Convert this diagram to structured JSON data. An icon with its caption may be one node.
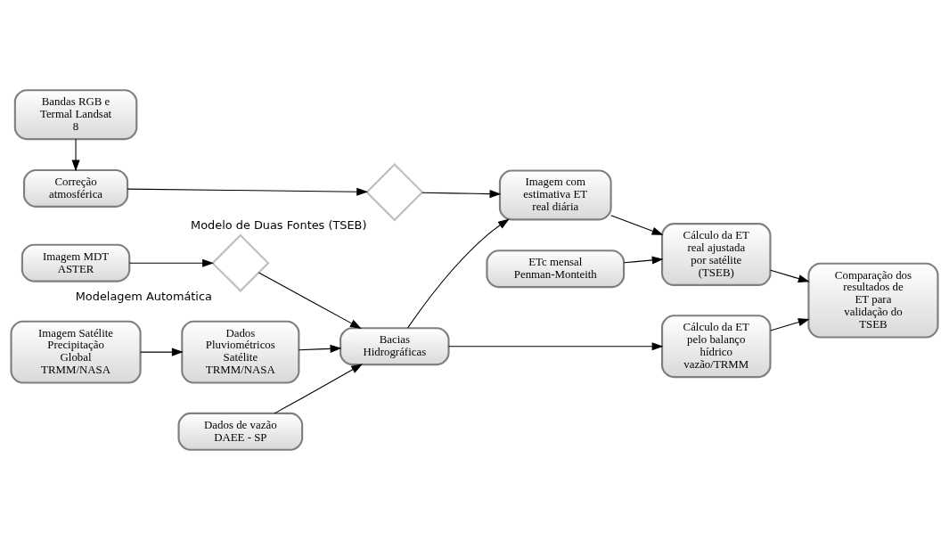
{
  "diagram": {
    "nodes": [
      {
        "text": [
          "Bandas RGB e Termal Landsat 8"
        ]
      },
      {
        "text": [
          "ETc mensal Penman-Monteith"
        ]
      },
      {
        "text": [
          "Correção atmosférica"
        ]
      },
      {
        "text": [],
        "shape": "diamond",
        "beside": [
          "Modelo de Duas Fontes (TSEB)"
        ]
      },
      {
        "text": [
          "Imagem com estimativa ET real diária"
        ]
      },
      {
        "text": [
          "Cálculo da ET real ajustada por satélite (TSEB)"
        ]
      },
      {
        "text": [
          "Comparação dos resultados de ET para validação do TSEB"
        ]
      },
      {
        "text": [
          "Imagem MDT ASTER"
        ]
      },
      {
        "text": [],
        "shape": "diamond",
        "beside": [
          "Modelagem Automática"
        ]
      },
      {
        "text": [
          "Bacias Hidrográficas"
        ]
      },
      {
        "text": [
          "Cálculo da ET pelo balanço hídrico vazão/TRMM"
        ]
      },
      {
        "text": [
          "Imagem Satélite Precipitação Global TRMM/NASA"
        ]
      },
      {
        "text": [
          "Dados Pluviométricos Satélite TRMM/NASA"
        ]
      },
      {
        "text": [
          "Dados de vazão DAEE - SP"
        ]
      }
    ],
    "edges": [
      {
        "from": 0,
        "to": 2,
        "arrow": "to"
      },
      {
        "from": 2,
        "to": 3,
        "arrow": "to"
      },
      {
        "from": 3,
        "to": 4,
        "arrow": "to"
      },
      {
        "from": 1,
        "to": 5,
        "arrow": "to"
      },
      {
        "from": 4,
        "to": 5,
        "arrow": "to"
      },
      {
        "from": 5,
        "to": 6,
        "arrow": "to"
      },
      {
        "from": 10,
        "to": 6,
        "arrow": "to"
      },
      {
        "from": 7,
        "to": 8,
        "arrow": "to"
      },
      {
        "from": 8,
        "to": 9,
        "arrow": "to"
      },
      {
        "from": 9,
        "to": 4,
        "arrow": "to"
      },
      {
        "from": 9,
        "to": 10,
        "arrow": "to"
      },
      {
        "from": 11,
        "to": 12,
        "arrow": "to"
      },
      {
        "from": 12,
        "to": 9,
        "arrow": "to"
      },
      {
        "from": 13,
        "to": 9,
        "arrow": "to"
      }
    ]
  }
}
